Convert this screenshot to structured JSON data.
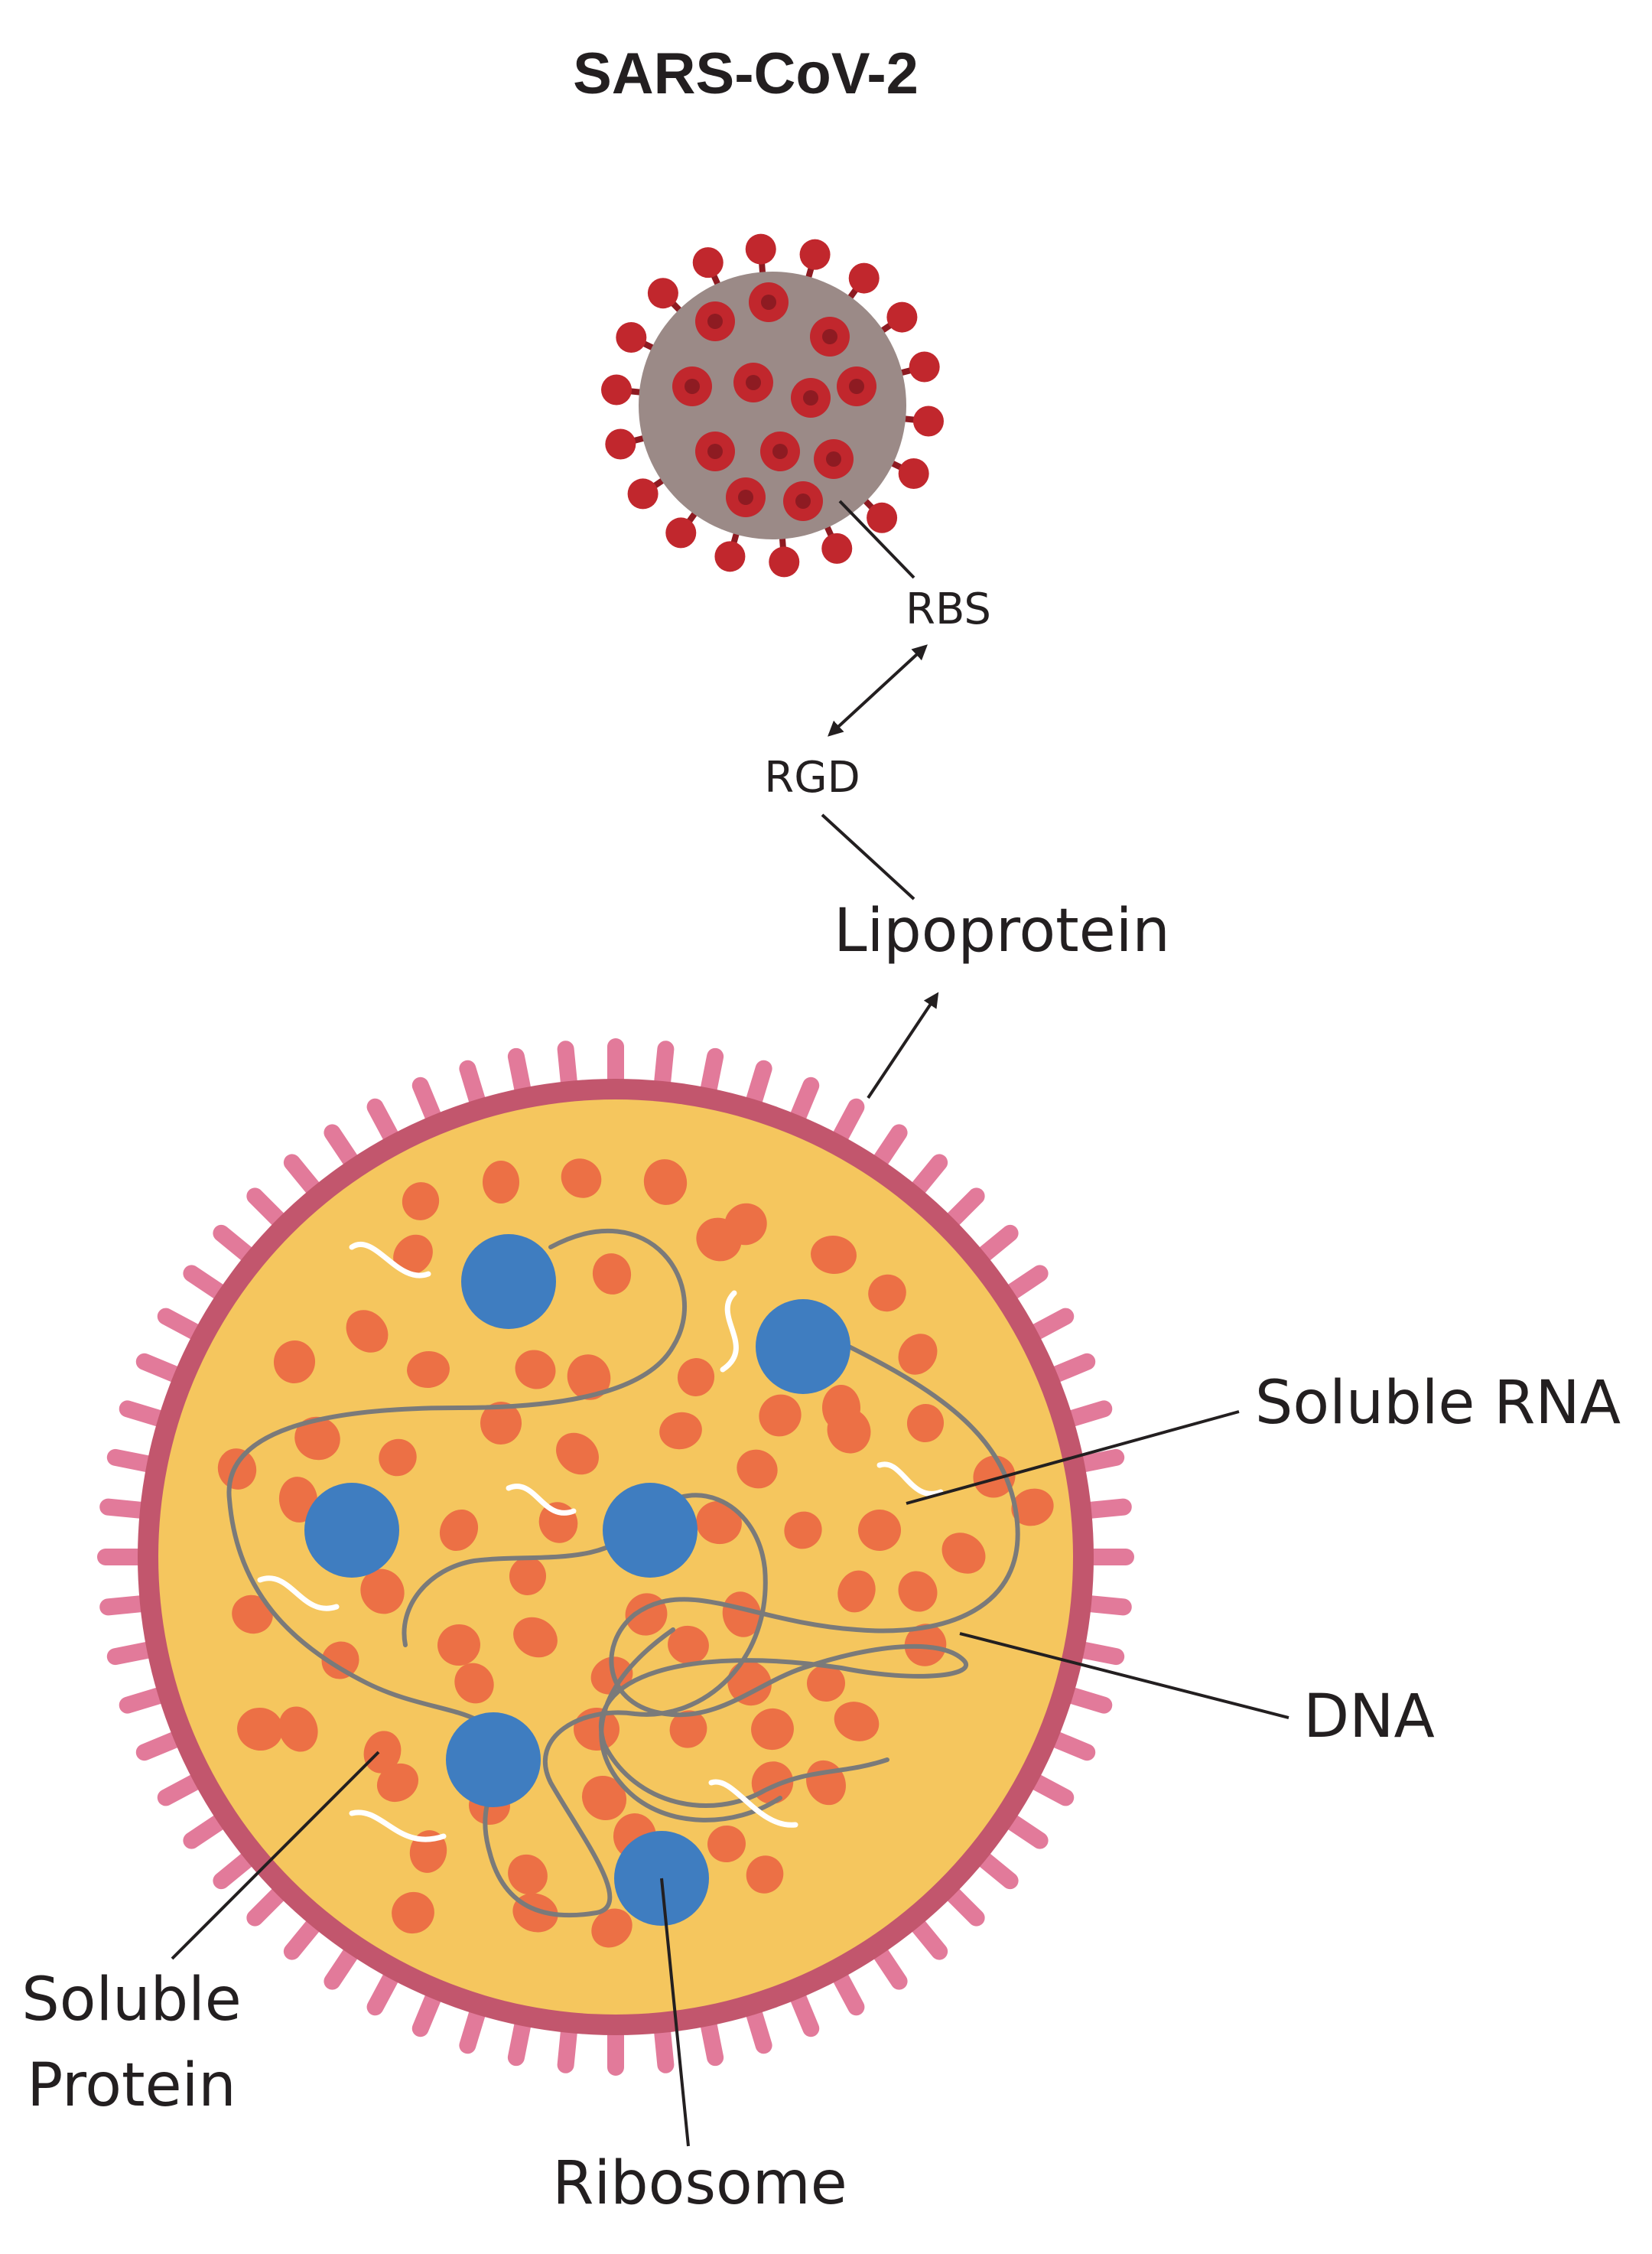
{
  "title": "SARS-CoV-2",
  "labels": {
    "rbs": "RBS",
    "rgd": "RGD",
    "lipoprotein": "Lipoprotein",
    "soluble_rna": "Soluble RNA",
    "dna": "DNA",
    "soluble_protein_line1": "Soluble",
    "soluble_protein_line2": "Protein",
    "ribosome": "Ribosome"
  },
  "colors": {
    "virus_body": "#9b8a87",
    "virus_spike": "#c1272d",
    "virus_spike_dark": "#8e1b22",
    "cell_cytoplasm": "#f5c65e",
    "cell_membrane": "#c2566d",
    "cell_membrane_spikes": "#e27a9a",
    "soluble_protein": "#ec7045",
    "ribosome": "#3f7dc0",
    "dna": "#7a7a7a",
    "rna": "#ffffff",
    "text": "#231f20"
  }
}
